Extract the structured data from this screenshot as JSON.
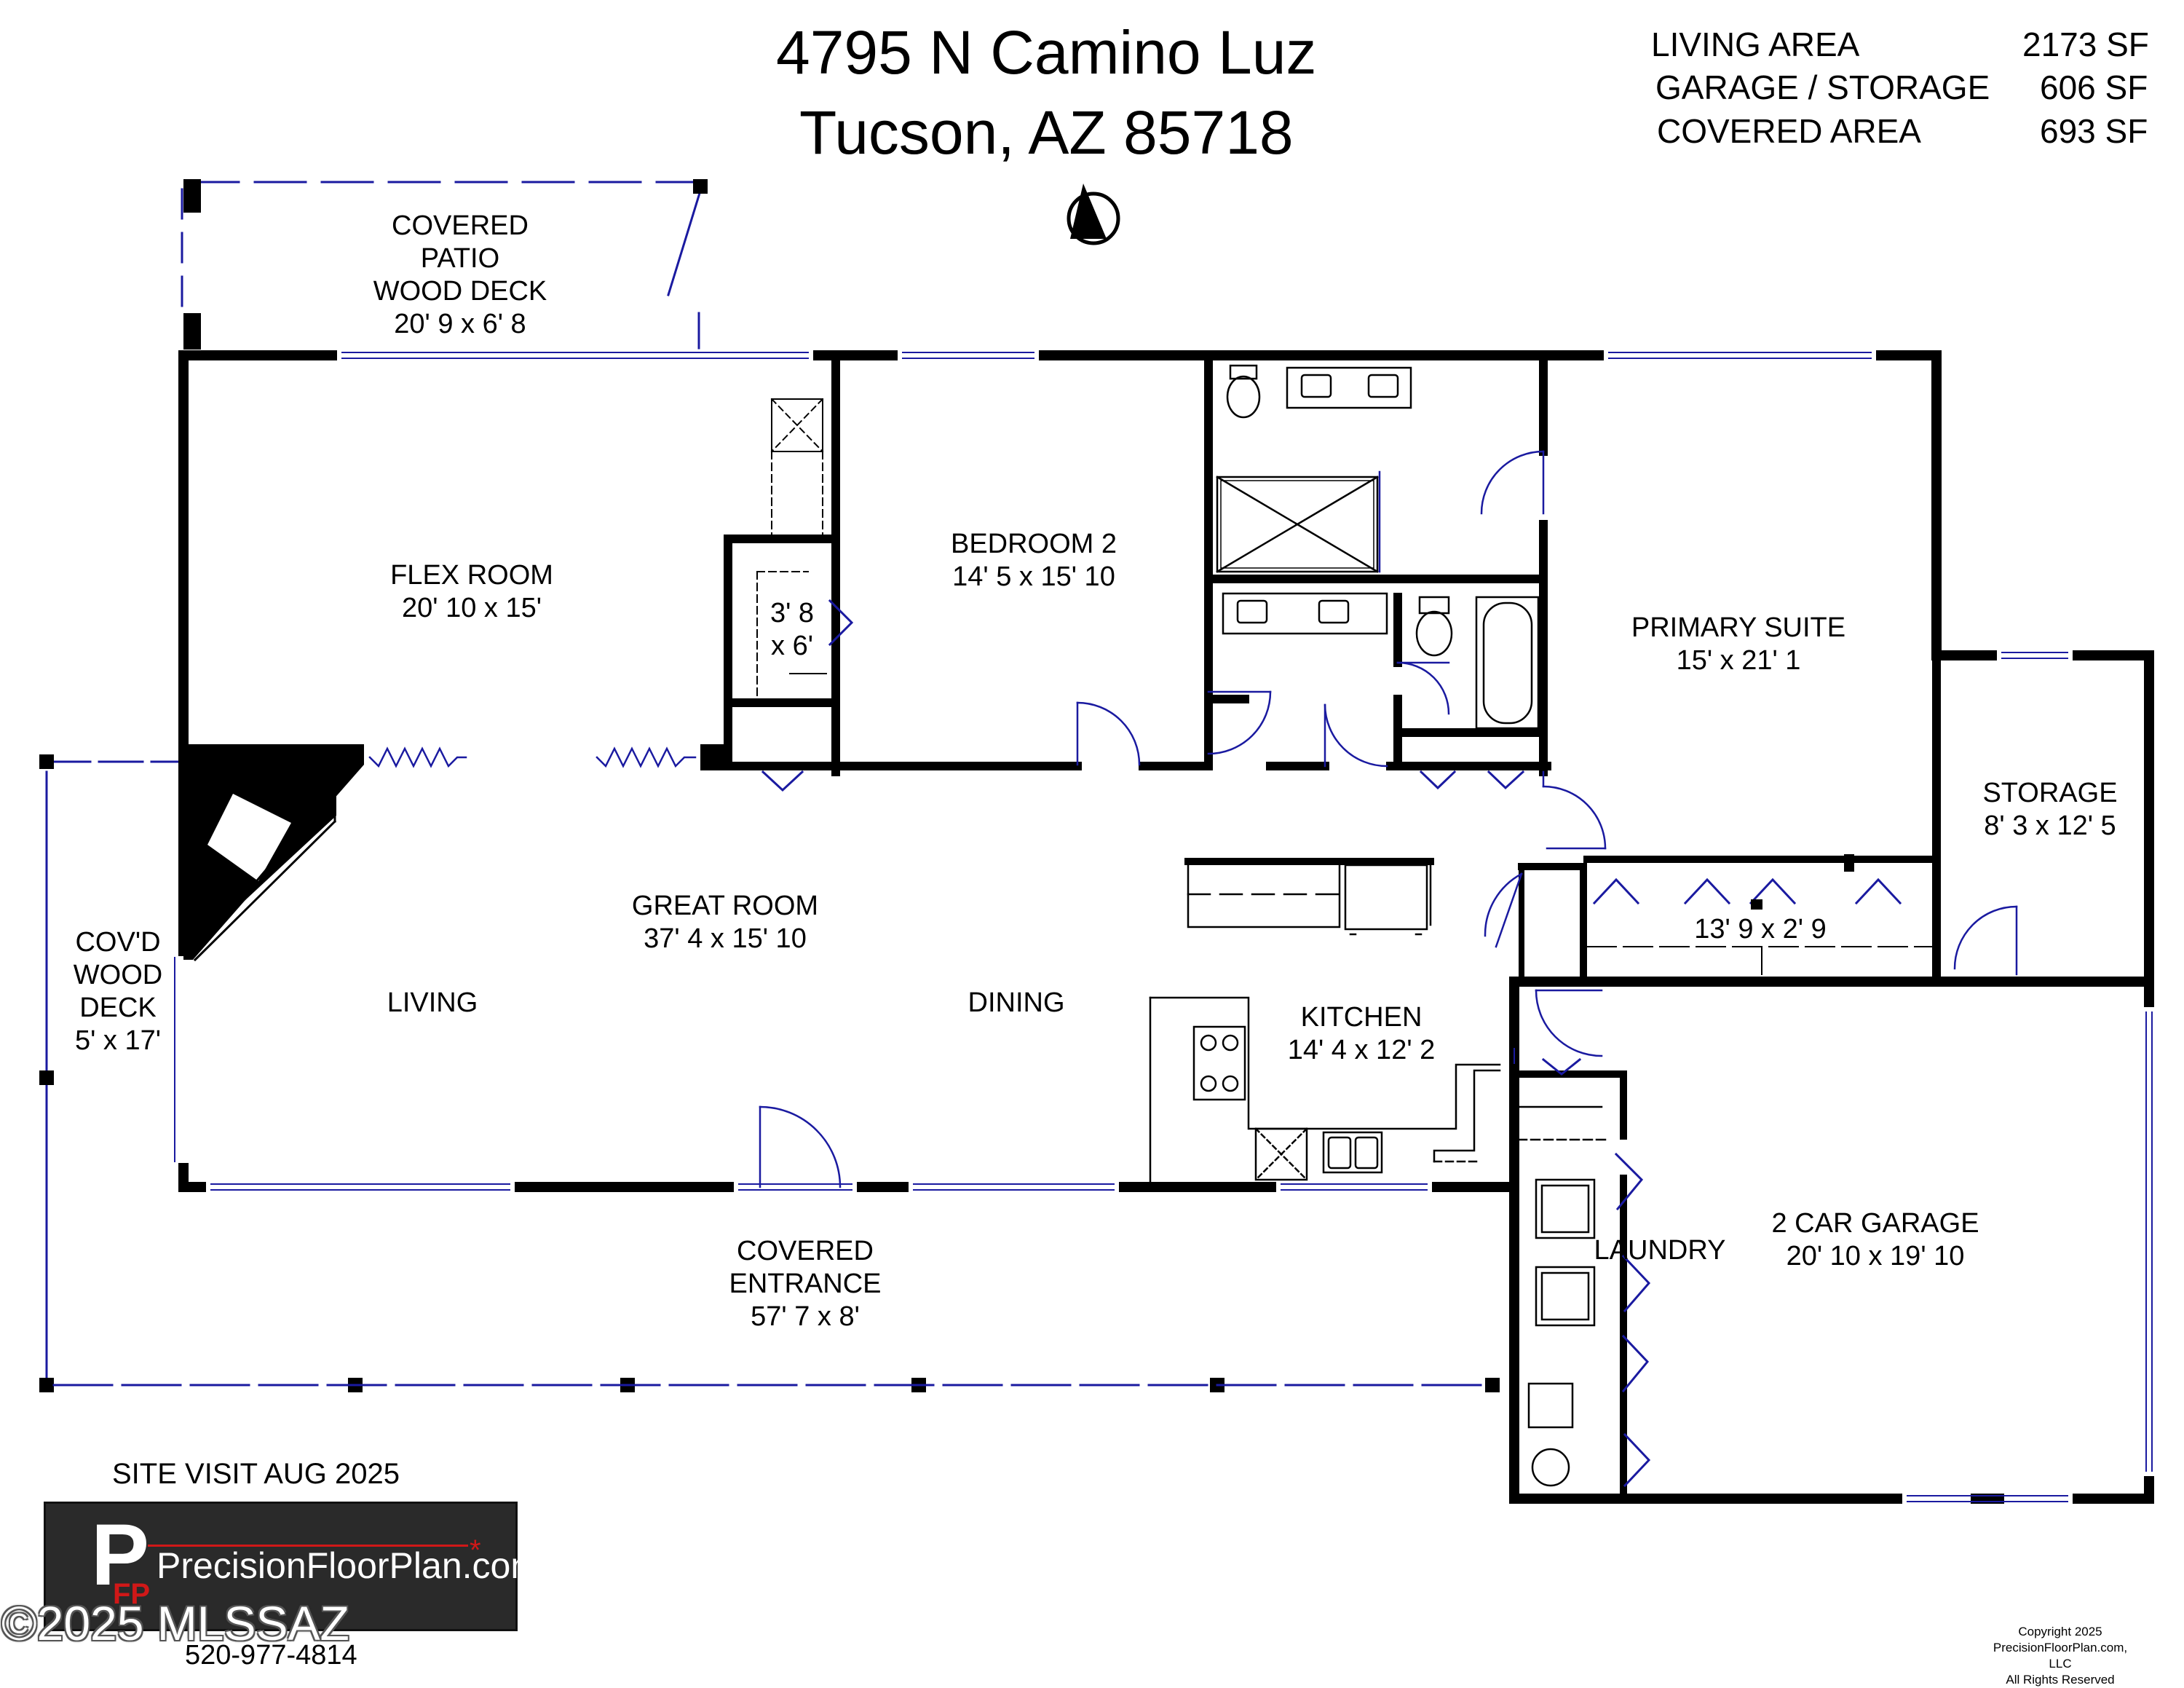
{
  "address": {
    "line1": "4795 N Camino Luz",
    "line2": "Tucson, AZ  85718"
  },
  "areas": [
    {
      "label": "LIVING AREA",
      "value": "2173 SF"
    },
    {
      "label": "GARAGE / STORAGE",
      "value": "606 SF"
    },
    {
      "label": "COVERED AREA",
      "value": "693 SF"
    }
  ],
  "rooms": {
    "covered_patio": {
      "line1": "COVERED",
      "line2": "PATIO",
      "line3": "WOOD DECK",
      "dims": "20' 9 x 6' 8"
    },
    "flex_room": {
      "name": "FLEX ROOM",
      "dims": "20' 10 x 15'"
    },
    "closet_small": {
      "line1": "3' 8",
      "line2": "x 6'"
    },
    "bedroom2": {
      "name": "BEDROOM 2",
      "dims": "14' 5 x 15' 10"
    },
    "primary_suite": {
      "name": "PRIMARY SUITE",
      "dims": "15' x 21' 1"
    },
    "storage": {
      "name": "STORAGE",
      "dims": "8' 3 x 12' 5"
    },
    "primary_closet": {
      "dims": "13' 9 x 2' 9"
    },
    "great_room": {
      "name": "GREAT ROOM",
      "dims": "37' 4 x 15' 10"
    },
    "living": {
      "name": "LIVING"
    },
    "dining": {
      "name": "DINING"
    },
    "kitchen": {
      "name": "KITCHEN",
      "dims": "14' 4 x 12' 2"
    },
    "cov_deck": {
      "line1": "COV'D",
      "line2": "WOOD",
      "line3": "DECK",
      "dims": "5' x 17'"
    },
    "covered_entrance": {
      "line1": "COVERED",
      "line2": "ENTRANCE",
      "dims": "57' 7 x 8'"
    },
    "laundry": {
      "name": "LAUNDRY"
    },
    "garage": {
      "name": "2 CAR GARAGE",
      "dims": "20' 10 x 19' 10"
    }
  },
  "site_visit": "SITE VISIT  AUG 2025",
  "logo": {
    "initial": "P",
    "initials_small": "FP",
    "name": "PrecisionFloorPlan.com",
    "mark": "*"
  },
  "watermark": "©2025 MLSSAZ",
  "phone": "520-977-4814",
  "copyright": {
    "line1": "Copyright 2025",
    "line2": "PrecisionFloorPlan.com, LLC",
    "line3": "All Rights Reserved"
  },
  "colors": {
    "wall": "#000000",
    "accent": "#1a1aa0",
    "logo_bg": "#2a2a2a",
    "logo_red": "#d01818"
  }
}
